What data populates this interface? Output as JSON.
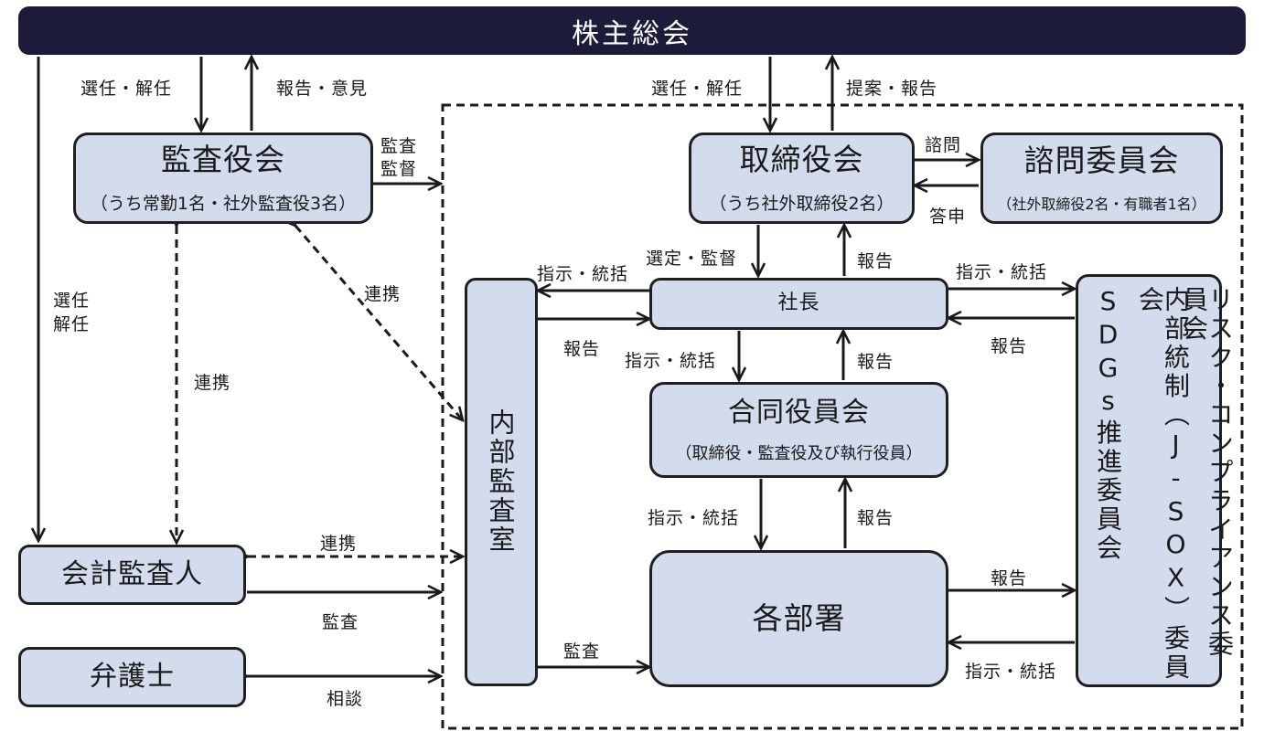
{
  "top": {
    "title": "株主総会"
  },
  "boxes": {
    "auditors": {
      "title": "監査役会",
      "sub": "（うち常勤1名・社外監査役3名）"
    },
    "board": {
      "title": "取締役会",
      "sub": "（うち社外取締役2名）"
    },
    "advisory": {
      "title": "諮問委員会",
      "sub": "（社外取締役2名・有職者1名）"
    },
    "president": {
      "title": "社長"
    },
    "joint": {
      "title": "合同役員会",
      "sub": "（取締役・監査役及び執行役員）"
    },
    "departments": {
      "title": "各部署"
    },
    "accountant": {
      "title": "会計監査人"
    },
    "lawyer": {
      "title": "弁護士"
    },
    "internal_audit": {
      "title": "内部監査室"
    },
    "committee": {
      "col1": "リスク・コンプライアンス委員会",
      "col2": "内部統制（J-SOX）委員会",
      "col3": "SDGs推進委員会"
    }
  },
  "labels": {
    "elect_dismiss_left": "選任・解任",
    "report_opinion": "報告・意見",
    "elect_dismiss_board": "選任・解任",
    "proposal_report": "提案・報告",
    "audit_line1": "監査",
    "audit_line2": "監督",
    "consult": "諮問",
    "reply": "答申",
    "elect_v1": "選任",
    "elect_v2": "解任",
    "cooperate_diag": "連携",
    "cooperate_vert": "連携",
    "cooperate_acct": "連携",
    "instruct_to_internal": "指示・統括",
    "select_supervise": "選定・監督",
    "report_up_board": "報告",
    "instruct_to_committee": "指示・統括",
    "report_internal": "報告",
    "instruct_to_joint": "指示・統括",
    "report_up_pres": "報告",
    "report_from_committee": "報告",
    "instruct_to_depts": "指示・統括",
    "report_up_joint": "報告",
    "audit_acct": "監査",
    "audit_internal": "監査",
    "report_to_committee": "報告",
    "instruct_from_committee": "指示・統括",
    "consult_lawyer": "相談"
  }
}
